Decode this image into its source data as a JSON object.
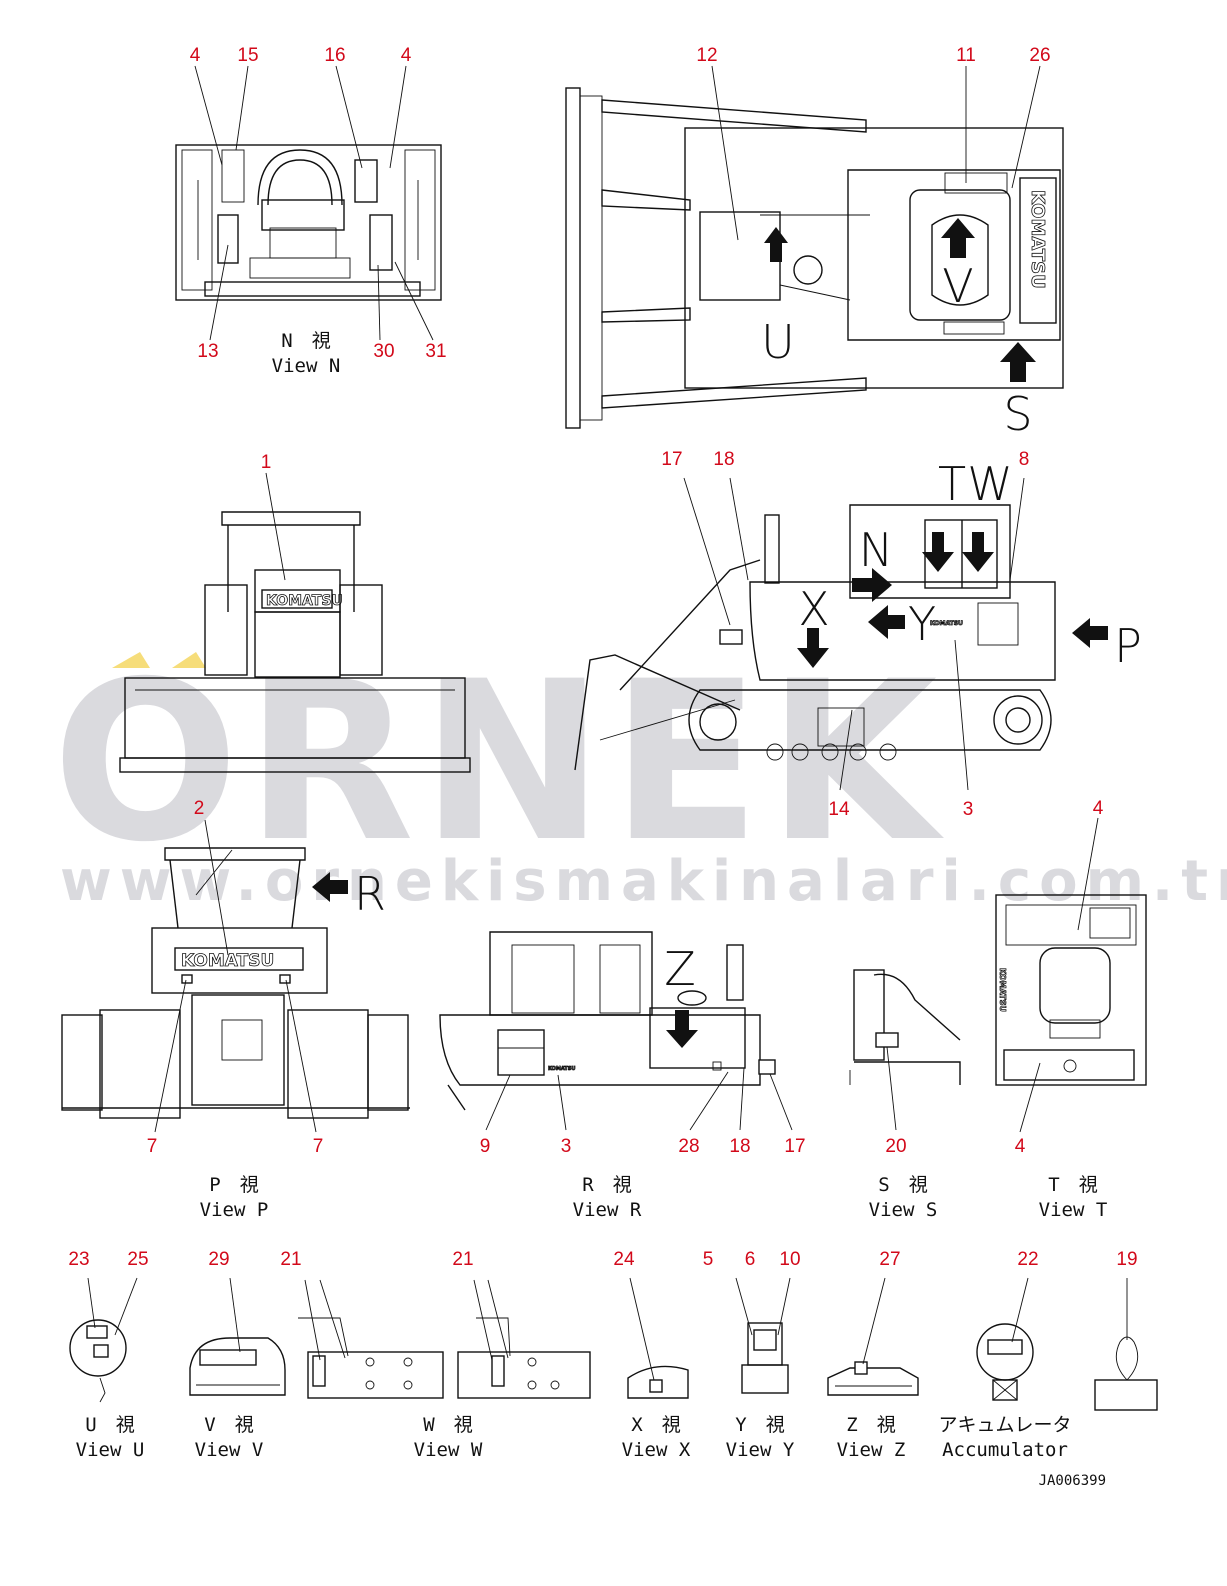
{
  "watermark": {
    "brand": "ORNEK",
    "url": "www.ornekismakinalari.com.tr"
  },
  "document_id": "JA006399",
  "view_labels": {
    "N": {
      "jp": "N　視",
      "en": "View N"
    },
    "P": {
      "jp": "P　視",
      "en": "View P"
    },
    "R": {
      "jp": "R　視",
      "en": "View R"
    },
    "S": {
      "jp": "S　視",
      "en": "View S"
    },
    "T": {
      "jp": "T　視",
      "en": "View T"
    },
    "U": {
      "jp": "U　視",
      "en": "View U"
    },
    "V": {
      "jp": "V　視",
      "en": "View V"
    },
    "W": {
      "jp": "W　視",
      "en": "View W"
    },
    "X": {
      "jp": "X　視",
      "en": "View X"
    },
    "Y": {
      "jp": "Y　視",
      "en": "View Y"
    },
    "Z": {
      "jp": "Z　視",
      "en": "View Z"
    },
    "ACC": {
      "jp": "アキュムレータ",
      "en": "Accumulator"
    }
  },
  "view_arrows": {
    "U": "U",
    "V": "V",
    "S": "S",
    "T": "T",
    "W": "W",
    "N": "N",
    "X": "X",
    "Y": "Y",
    "P": "P",
    "R": "R",
    "Z": "Z"
  },
  "brand_decal": "KOMATSU",
  "callouts": {
    "n_4a": "4",
    "n_15": "15",
    "n_16": "16",
    "n_4b": "4",
    "n_13": "13",
    "n_30": "30",
    "n_31": "31",
    "top_12": "12",
    "top_11": "11",
    "top_26": "26",
    "front_1": "1",
    "side_17": "17",
    "side_18": "18",
    "side_8": "8",
    "side_14": "14",
    "side_3": "3",
    "p_2": "2",
    "p_7a": "7",
    "p_7b": "7",
    "r_9": "9",
    "r_3": "3",
    "r_28": "28",
    "r_18": "18",
    "r_17": "17",
    "s_20": "20",
    "t_4a": "4",
    "t_4b": "4",
    "u_23": "23",
    "u_25": "25",
    "v_29": "29",
    "w_21a": "21",
    "w_21b": "21",
    "x_24": "24",
    "y_5": "5",
    "y_6": "6",
    "y_10": "10",
    "z_27": "27",
    "acc_22": "22",
    "tag_19": "19"
  }
}
